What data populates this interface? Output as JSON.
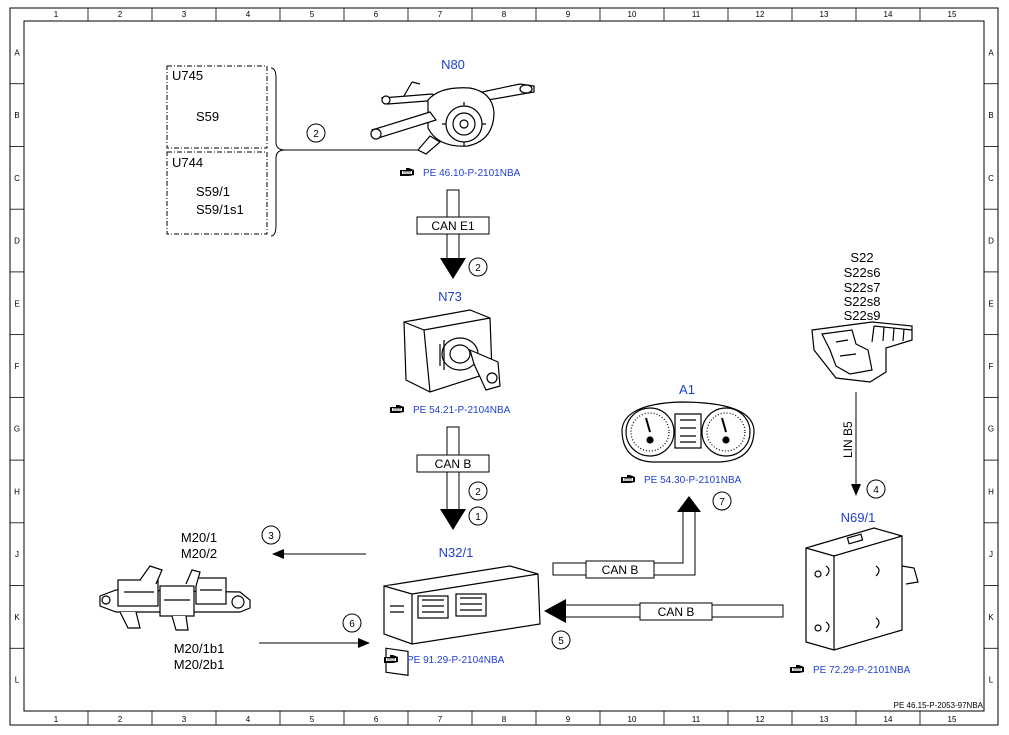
{
  "frame": {
    "columns": [
      "1",
      "2",
      "3",
      "4",
      "5",
      "6",
      "7",
      "8",
      "9",
      "10",
      "11",
      "12",
      "13",
      "14",
      "15"
    ],
    "rows": [
      "A",
      "B",
      "C",
      "D",
      "E",
      "F",
      "G",
      "H",
      "J",
      "K",
      "L"
    ]
  },
  "components": {
    "n80": {
      "label": "N80",
      "ref": "PE 46.10-P-2101NBA"
    },
    "n73": {
      "label": "N73",
      "ref": "PE 54.21-P-2104NBA"
    },
    "a1": {
      "label": "A1",
      "ref": "PE 54.30-P-2101NBA"
    },
    "n32": {
      "label": "N32/1",
      "ref": "PE 91.29-P-2104NBA"
    },
    "n69": {
      "label": "N69/1",
      "ref": "PE 72.29-P-2101NBA"
    },
    "s22": {
      "labels": [
        "S22",
        "S22s6",
        "S22s7",
        "S22s8",
        "S22s9"
      ]
    },
    "m20": {
      "top_labels": [
        "M20/1",
        "M20/2"
      ],
      "bottom_labels": [
        "M20/1b1",
        "M20/2b1"
      ]
    }
  },
  "variants": {
    "u745": {
      "code": "U745",
      "switch": "S59"
    },
    "u744": {
      "code": "U744",
      "switches": [
        "S59/1",
        "S59/1s1"
      ]
    }
  },
  "buses": {
    "can_e1": "CAN E1",
    "can_b_1": "CAN B",
    "can_b_2": "CAN B",
    "can_b_3": "CAN B",
    "lin": "LIN B5"
  },
  "steps": {
    "s_u_n80": "2",
    "s_can_e1": "2",
    "s_canb_2": "2",
    "s_canb_1": "1",
    "s_m20": "3",
    "s_lin": "4",
    "s_canb_5": "5",
    "s_m20b": "6",
    "s_a1": "7"
  },
  "doc_id": "PE 46.15-P-2053-97NBA",
  "colors": {
    "ref_text": "#1f3fd0",
    "label_text": "#1f3fd0",
    "line": "#000000"
  }
}
